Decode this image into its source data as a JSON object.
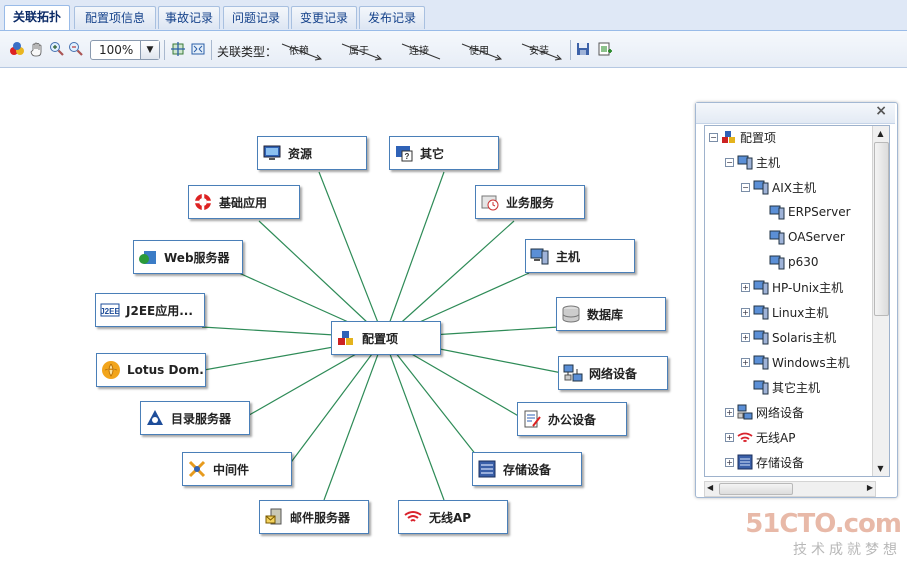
{
  "tabs": [
    {
      "label": "关联拓扑",
      "active": true
    },
    {
      "label": "配置项信息"
    },
    {
      "label": "事故记录"
    },
    {
      "label": "问题记录"
    },
    {
      "label": "变更记录"
    },
    {
      "label": "发布记录"
    }
  ],
  "toolbar": {
    "zoom_value": "100%",
    "relation_type_label": "关联类型：",
    "relations": [
      "依赖",
      "属于",
      "连接",
      "使用",
      "安装"
    ]
  },
  "graph": {
    "center": {
      "label": "配置项",
      "icon": "config-item-icon"
    },
    "nodes": [
      {
        "label": "资源",
        "icon": "monitor-icon"
      },
      {
        "label": "其它",
        "icon": "unknown-icon"
      },
      {
        "label": "基础应用",
        "icon": "lifebuoy-icon"
      },
      {
        "label": "业务服务",
        "icon": "service-icon"
      },
      {
        "label": "Web服务器",
        "icon": "web-server-icon"
      },
      {
        "label": "主机",
        "icon": "host-icon"
      },
      {
        "label": "J2EE应用...",
        "icon": "j2ee-icon"
      },
      {
        "label": "数据库",
        "icon": "database-icon"
      },
      {
        "label": "Lotus Dom...",
        "icon": "lotus-icon"
      },
      {
        "label": "网络设备",
        "icon": "network-icon"
      },
      {
        "label": "目录服务器",
        "icon": "directory-icon"
      },
      {
        "label": "办公设备",
        "icon": "office-icon"
      },
      {
        "label": "中间件",
        "icon": "middleware-icon"
      },
      {
        "label": "存储设备",
        "icon": "storage-icon"
      },
      {
        "label": "邮件服务器",
        "icon": "mail-server-icon"
      },
      {
        "label": "无线AP",
        "icon": "wireless-icon"
      }
    ]
  },
  "tree": {
    "items": [
      {
        "label": "配置项",
        "expander": "minus"
      },
      {
        "label": "主机",
        "expander": "minus"
      },
      {
        "label": "AIX主机",
        "expander": "minus"
      },
      {
        "label": "ERPServer",
        "expander": ""
      },
      {
        "label": "OAServer",
        "expander": ""
      },
      {
        "label": "p630",
        "expander": ""
      },
      {
        "label": "HP-Unix主机",
        "expander": "plus"
      },
      {
        "label": "Linux主机",
        "expander": "plus"
      },
      {
        "label": "Solaris主机",
        "expander": "plus"
      },
      {
        "label": "Windows主机",
        "expander": "plus"
      },
      {
        "label": "其它主机",
        "expander": ""
      },
      {
        "label": "网络设备",
        "expander": "plus"
      },
      {
        "label": "无线AP",
        "expander": "plus"
      },
      {
        "label": "存储设备",
        "expander": "plus"
      }
    ],
    "close_glyph": "×"
  },
  "watermark": {
    "line1": "51CTO.com",
    "line2": "技术成就梦想"
  },
  "colors": {
    "accent": "#15428b",
    "edge": "#2e8b57",
    "node_border": "#4a7fb8"
  }
}
